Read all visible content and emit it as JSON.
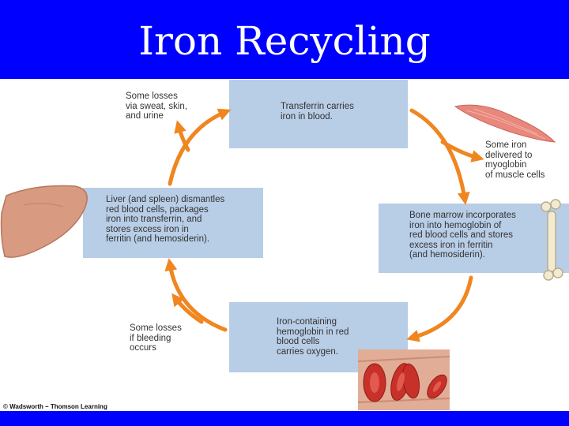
{
  "title": "Iron Recycling",
  "boxes": {
    "transferrin": "Transferrin carries\niron in blood.",
    "marrow": "Bone marrow incorporates\niron into hemoglobin of\nred blood cells and stores\nexcess iron in ferritin\n(and hemosiderin).",
    "rbc": "Iron-containing\nhemoglobin in red\nblood cells\ncarries oxygen.",
    "liver": "Liver (and spleen) dismantles\nred blood cells, packages\niron into transferrin, and\nstores excess iron in\nferritin (and hemosiderin)."
  },
  "side_notes": {
    "losses_sweat": "Some losses\nvia sweat, skin,\nand urine",
    "muscle": "Some iron\ndelivered to\nmyoglobin\nof muscle cells",
    "losses_bleeding": "Some losses\nif bleeding\noccurs"
  },
  "credit": "© Wadsworth – Thomson Learning",
  "colors": {
    "title_bar": "#0000ff",
    "box_fill": "#b8cde6",
    "arrow": "#f0861f",
    "liver": "#d89a80",
    "muscle": "#e8877c",
    "blood_cell": "#c8302a"
  },
  "icons": [
    "liver-icon",
    "muscle-icon",
    "bone-icon",
    "blood-cells-icon"
  ]
}
